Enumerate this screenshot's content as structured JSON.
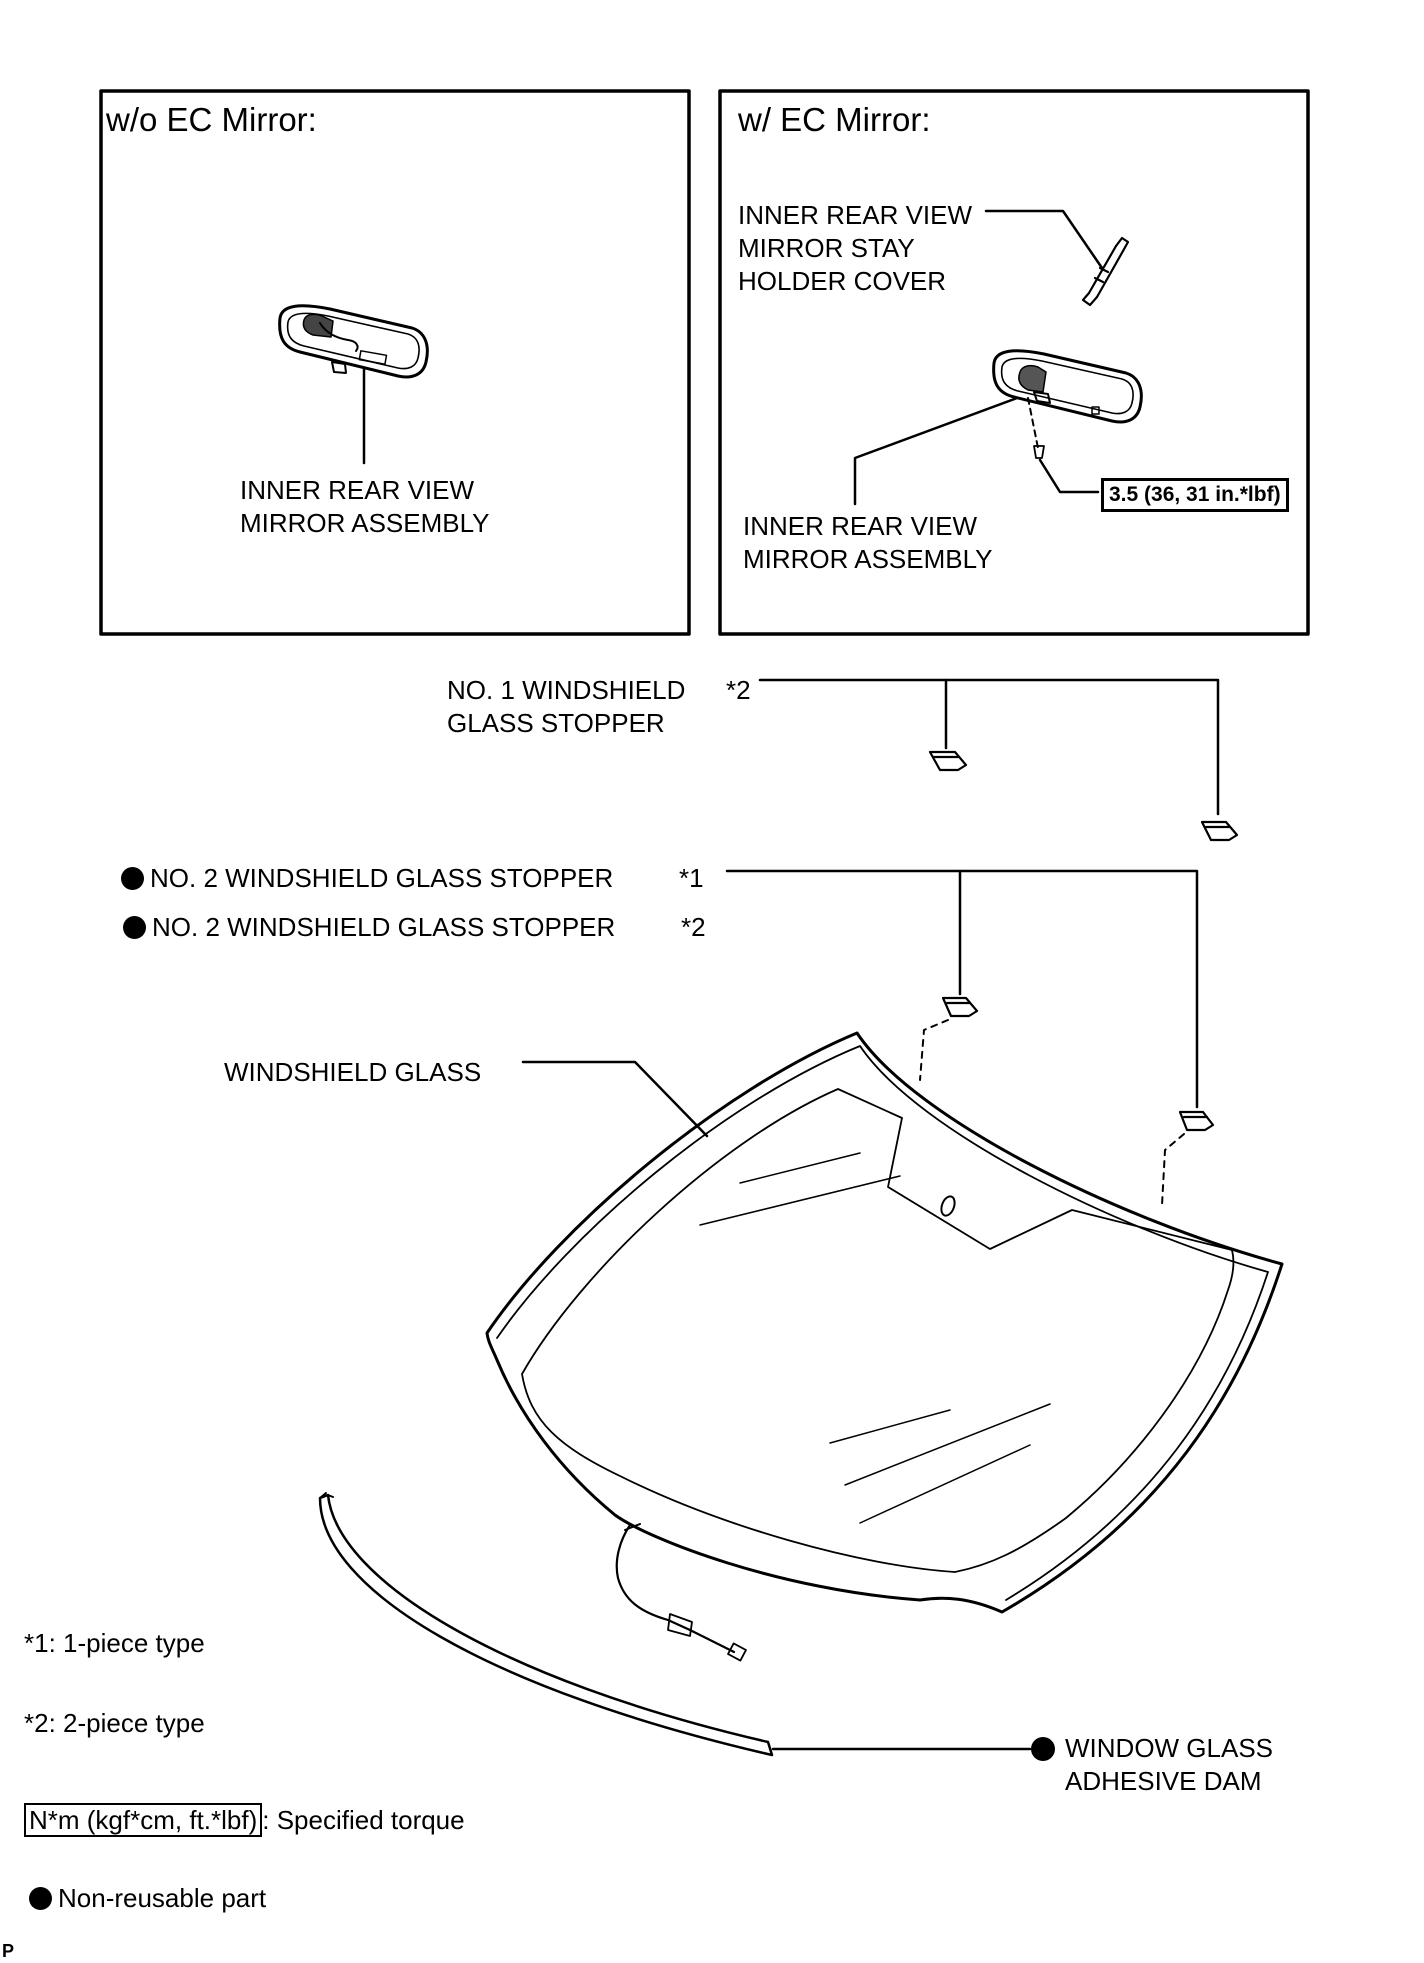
{
  "panels": {
    "left": {
      "title": "w/o EC Mirror:",
      "mirror_label": "INNER REAR VIEW\nMIRROR ASSEMBLY"
    },
    "right": {
      "title": "w/ EC Mirror:",
      "cover_label": "INNER REAR VIEW\nMIRROR STAY\nHOLDER COVER",
      "mirror_label": "INNER REAR VIEW\nMIRROR ASSEMBLY",
      "torque": "3.5 (36, 31 in.*lbf)"
    }
  },
  "parts": {
    "no1_stopper": "NO. 1 WINDSHIELD\nGLASS STOPPER",
    "no1_note": "*2",
    "no2_stopper_a": "NO. 2 WINDSHIELD GLASS STOPPER",
    "no2_note_a": "*1",
    "no2_stopper_b": "NO. 2 WINDSHIELD GLASS STOPPER",
    "no2_note_b": "*2",
    "windshield": "WINDSHIELD GLASS",
    "dam": "WINDOW GLASS\nADHESIVE DAM"
  },
  "legend": {
    "note1": "*1: 1-piece type",
    "note2": "*2: 2-piece type",
    "torque_unit": "N*m (kgf*cm, ft.*lbf)",
    "torque_desc": ": Specified torque",
    "nonreusable": "Non-reusable part"
  },
  "footer": {
    "code": "P"
  },
  "icons": {
    "nonreusable": "filled-circle-icon"
  }
}
